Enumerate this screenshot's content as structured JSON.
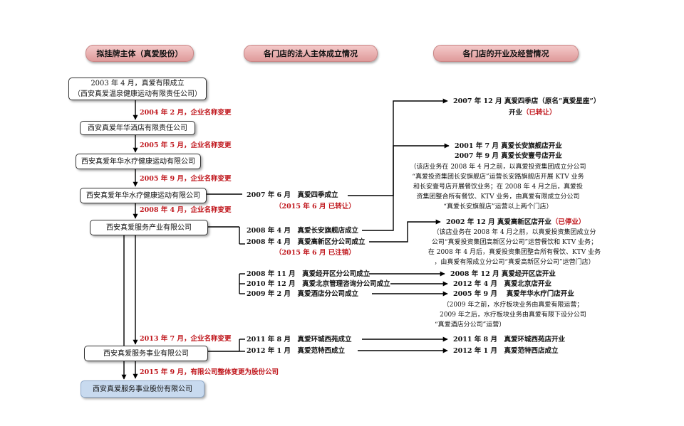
{
  "headers": {
    "entity": "拟挂牌主体（真爱股份）",
    "legal": "各门店的法人主体成立情况",
    "ops": "各门店的开业及经营情况"
  },
  "entities": {
    "e0_line1": "2003 年 4 月，真爱有限成立",
    "e0_line2": "（西安真爱温泉健康运动有限责任公司）",
    "e1": "西安真爱年华酒店有限责任公司",
    "e2": "西安真爱年华水疗健康运动有限公司",
    "e3": "西安真爱年华水疗健康运动有限公司",
    "e4": "西安真爱服务产业有限公司",
    "e5": "西安真爱服务事业有限公司",
    "final": "西安真爱服务事业股份有限公司"
  },
  "name_changes": {
    "c1": "2004 年 2 月，企业名称变更",
    "c2": "2005 年 5 月，企业名称变更",
    "c3": "2005 年 9 月，企业名称变更",
    "c4": "2008 年 4 月，企业名称变更",
    "c5": "2013 年 7 月，企业名称变更",
    "c6": "2015 年 9 月，有限公司整体变更为股份公司"
  },
  "legal": {
    "l1": "2007 年 6 月　真爱四季成立",
    "l1_note": "（2015 年 6 月  已转让）",
    "l2": "2008 年 4 月　真爱长安旗舰店成立",
    "l3": "2008 年 4 月　真爱高新区分公司成立",
    "l3_note": "（2015 年 6 月  已注销）",
    "l4": "2008 年 11 月　真爱经开区分公司成立",
    "l5": "2010 年 12 月　真爱北京管理咨询分公司成立",
    "l6": "2009 年 2 月　真爱酒店分公司成立",
    "l7": "2011 年 8 月　真爱环城西苑成立",
    "l8": "2012 年 1 月　真爱范特西成立"
  },
  "ops": {
    "o1a": "2007 年 12 月  真爱四季店（原名“真爱星座”）",
    "o1b": "开业",
    "o1c": "（已转让）",
    "o2a": "2001 年 7 月  真爱长安旗舰店开业",
    "o2b": "2007 年 9 月  真爱长安壹号店开业",
    "o2_note1": "（该店业务在 2008 年 4 月之前，以真爱投资集团成立分公司",
    "o2_note2": "“真爱投资集团长安旗舰店”运营长安路旗舰店开展 KTV 业务",
    "o2_note3": "和长安壹号店开展餐饮业务；在 2008 年 4 月之后，真爱投",
    "o2_note4": "资集团整合所有餐饮、KTV 业务，由真爱有限成立分公司",
    "o2_note5": "“真爱长安旗舰店”运营以上两个门店）",
    "o3a": "2002 年 12 月  真爱高新区店开业",
    "o3b": "（已停业）",
    "o3_note1": "（该店业务在 2008 年 4 月之前，以真爱投资集团成立分",
    "o3_note2": "公司“真爱投资集团高新区分公司”运营餐饮和 KTV 业务；",
    "o3_note3": "在 2008 年 4 月后，真爱投资集团整合所有餐饮、KTV 业务",
    "o3_note4": "，由真爱有限成立分公司“真爱高新区分公司”运营门店）",
    "o4": "2008 年 12 月  真爱经开区店开业",
    "o5": "2012 年 4 月　真爱北京店开业",
    "o6": "2005 年 9 月　 真爱年华水疗门店开业",
    "o6_note1": "（2009 年之前，水疗板块业务由真爱有限运营；",
    "o6_note2": "2009 年之后，水疗板块业务由真爱有限下设分公司",
    "o6_note3": "“真爱酒店分公司”运营）",
    "o7": "2011 年 8 月　真爱环城西苑店开业",
    "o8": "2012 年 1 月　真爱范特西店成立"
  }
}
